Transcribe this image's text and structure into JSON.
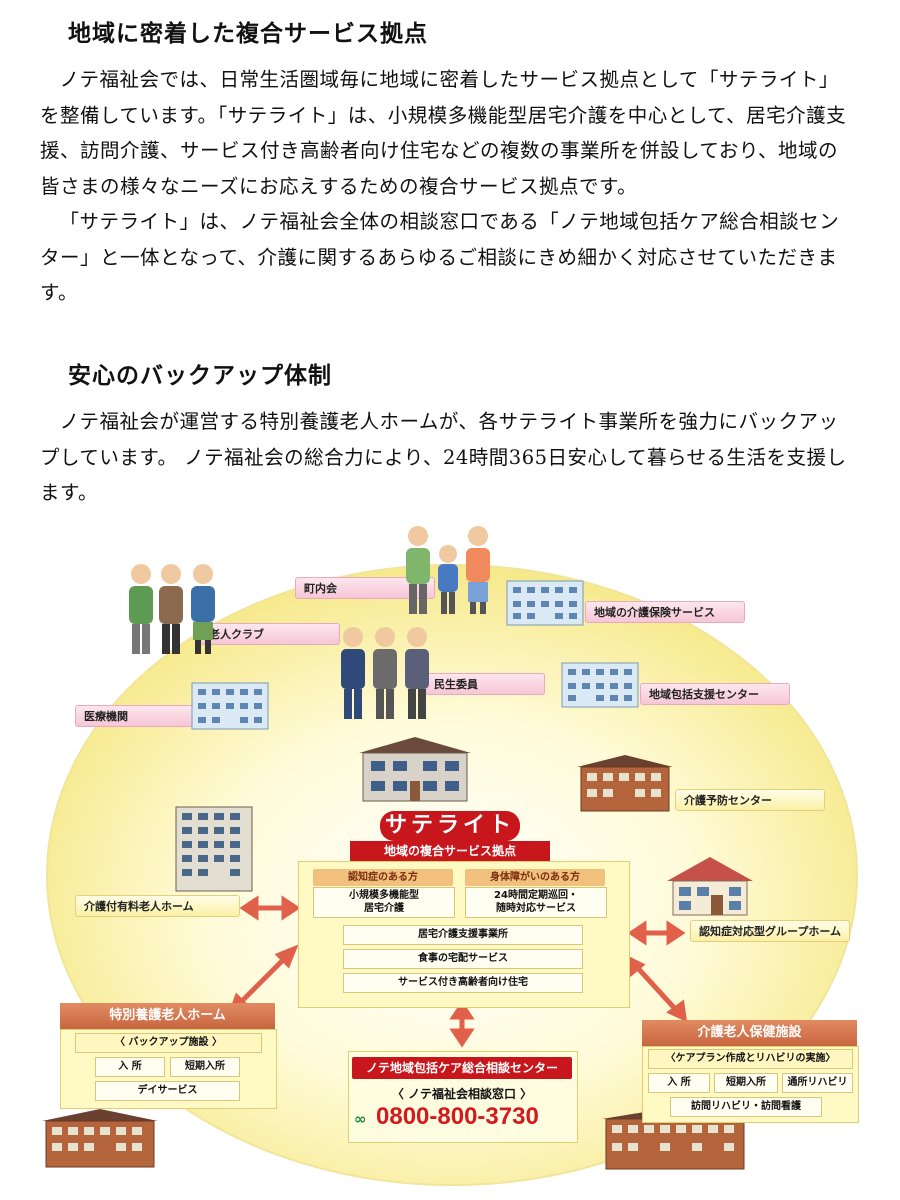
{
  "section1": {
    "heading": "地域に密着した複合サービス拠点",
    "p1": "ノテ福祉会では、日常生活圏域毎に地域に密着したサービス拠点として「サテライト」を整備しています。「サテライト」は、小規模多機能型居宅介護を中心として、居宅介護支援、訪問介護、サービス付き高齢者向け住宅などの複数の事業所を併設しており、地域の皆さまの様々なニーズにお応えするための複合サービス拠点です。",
    "p2": "「サテライト」は、ノテ福祉会全体の相談窓口である「ノテ地域包括ケア総合相談センター」と一体となって、介護に関するあらゆるご相談にきめ細かく対応させていただきます。"
  },
  "section2": {
    "heading": "安心のバックアップ体制",
    "p1": "ノテ福祉会が運営する特別養護老人ホームが、各サテライト事業所を強力にバックアップしています。 ノテ福祉会の総合力により、24時間365日安心して暮らせる生活を支援します。"
  },
  "diagram": {
    "outer_labels": {
      "chounaikai": "町内会",
      "roujin_club": "老人クラブ",
      "kaigo_hoken": "地域の介護保険サービス",
      "minsei_iin": "民生委員",
      "houkatsu": "地域包括支援センター",
      "iryou": "医療機関",
      "yobou": "介護予防センター",
      "yuryou": "介護付有料老人ホーム",
      "group_home": "認知症対応型グループホーム"
    },
    "satellite": {
      "title": "サテライト",
      "subtitle": "地域の複合サービス拠点",
      "left_head": "認知症のある方",
      "left_body": "小規模多機能型\n居宅介護",
      "right_head": "身体障がいのある方",
      "right_body": "24時間定期巡回・\n随時対応サービス",
      "services": [
        "居宅介護支援事業所",
        "食事の宅配サービス",
        "サービス付き高齢者向け住宅"
      ]
    },
    "tokuyou": {
      "title": "特別養護老人ホーム",
      "sub": "〈 バックアップ施設 〉",
      "cells": [
        "入 所",
        "短期入所",
        "デイサービス"
      ]
    },
    "roken": {
      "title": "介護老人保健施設",
      "sub": "〈ケアプラン作成とリハビリの実施〉",
      "cells": [
        "入 所",
        "短期入所",
        "通所リハビリ",
        "訪問リハビリ・訪問看護"
      ]
    },
    "center": {
      "title": "ノテ地域包括ケア総合相談センター",
      "window": "〈 ノテ福祉会相談窓口 〉",
      "phone": "0800-800-3730"
    }
  }
}
